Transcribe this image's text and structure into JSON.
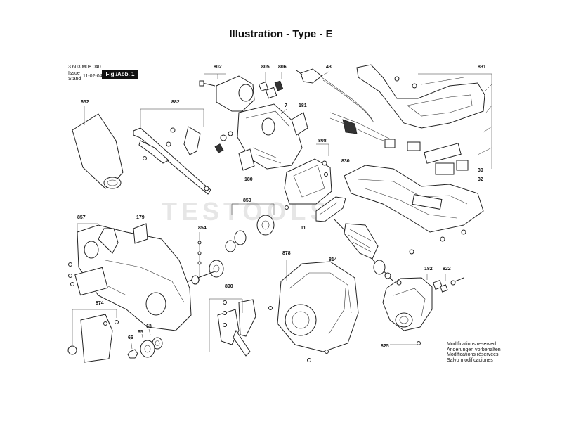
{
  "title": "Illustration - Type - E",
  "meta": {
    "part_number": "3 603 M08 040",
    "issue_label": "Issue",
    "stand_label": "Stand",
    "date": "11-02-04",
    "figure": "Fig./Abb. 1"
  },
  "notice": [
    "Modifications reserved",
    "Änderungen vorbehalten",
    "Modifications réservées",
    "Salvo modificaciones"
  ],
  "watermark": "TESTOOLS",
  "callouts": {
    "c802": "802",
    "c805": "805",
    "c806": "806",
    "c43": "43",
    "c831": "831",
    "c652": "652",
    "c882": "882",
    "c7": "7",
    "c181": "181",
    "c808": "808",
    "c830": "830",
    "c39": "39",
    "c32": "32",
    "c180": "180",
    "c857": "857",
    "c179": "179",
    "c850": "850",
    "c854": "854",
    "c11": "11",
    "c878": "878",
    "c814": "814",
    "c182": "182",
    "c822": "822",
    "c890": "890",
    "c874": "874",
    "c63": "63",
    "c65": "65",
    "c66": "66",
    "c825": "825"
  }
}
